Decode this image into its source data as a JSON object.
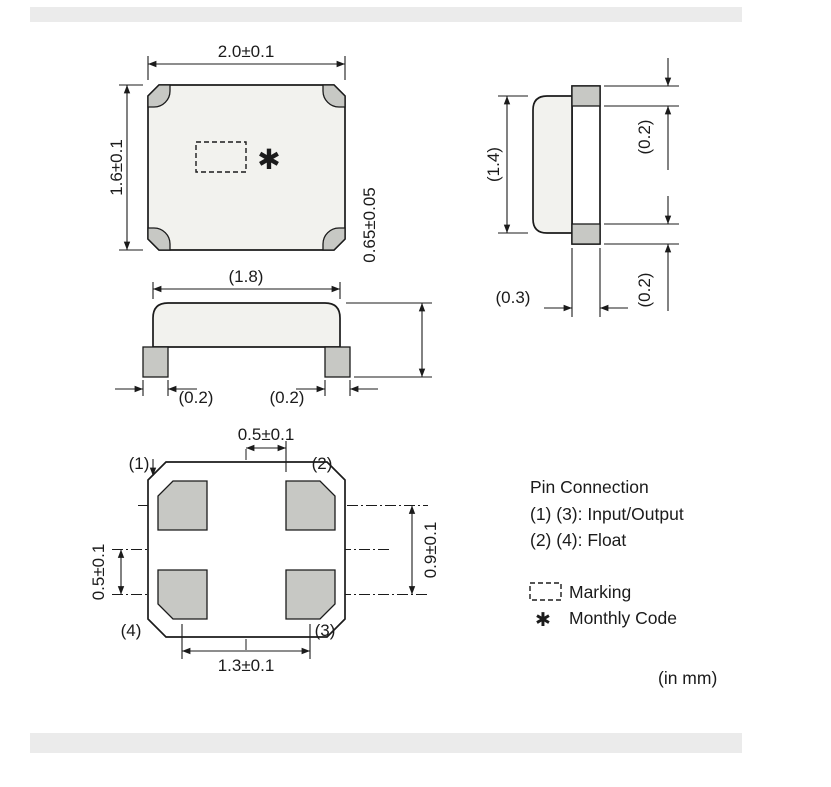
{
  "top_view": {
    "width_dim": "2.0±0.1",
    "height_dim": "1.6±0.1",
    "monthly_code_symbol": "✱"
  },
  "front_view": {
    "lid_width_dim": "(1.8)",
    "left_pad_dim": "(0.2)",
    "right_pad_dim": "(0.2)",
    "total_height_dim": "0.65±0.05"
  },
  "end_view": {
    "lid_height_dim": "(1.4)",
    "top_pad_dim": "(0.2)",
    "bottom_pad_dim": "(0.2)",
    "base_width_dim": "(0.3)"
  },
  "bottom_view": {
    "pad_width_dim": "0.5±0.1",
    "pad_height_dim": "0.5±0.1",
    "vertical_pitch_dim": "0.9±0.1",
    "horizontal_pitch_dim": "1.3±0.1",
    "pin_labels": {
      "pin1": "(1)",
      "pin2": "(2)",
      "pin3": "(3)",
      "pin4": "(4)"
    }
  },
  "legend": {
    "pin_connection_title": "Pin Connection",
    "io_line": "(1) (3): Input/Output",
    "float_line": "(2) (4): Float",
    "marking_label": "Marking",
    "monthly_code_symbol": "✱",
    "monthly_code_label": "Monthly Code",
    "units_note": "(in mm)"
  },
  "colors": {
    "line": "#1b1b1b",
    "body_fill": "#f2f2ee",
    "pad_fill": "#c7c8c4",
    "crop_bar": "#ebebeb"
  }
}
